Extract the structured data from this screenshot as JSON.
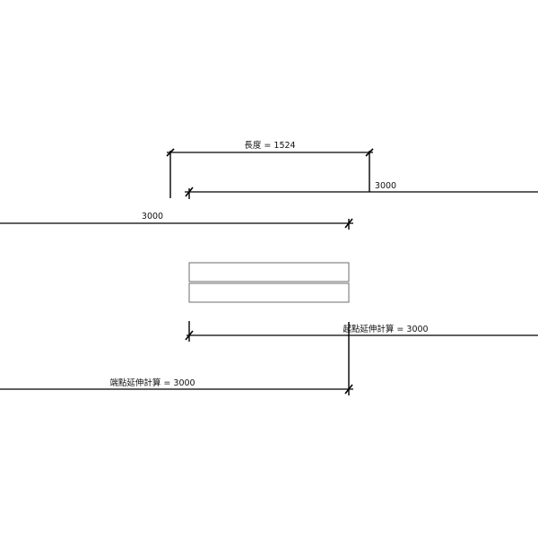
{
  "dimensions": {
    "length": {
      "label": "長度 = 1524"
    },
    "upper_right_extension": {
      "label": "3000"
    },
    "upper_left_extension": {
      "label": "3000"
    },
    "start_extension": {
      "label": "起點延伸計算 = 3000"
    },
    "end_extension": {
      "label": "端點延伸計算 = 3000"
    }
  },
  "colors": {
    "line": "#000000",
    "outline": "#6e6e6e",
    "background": "#ffffff"
  }
}
